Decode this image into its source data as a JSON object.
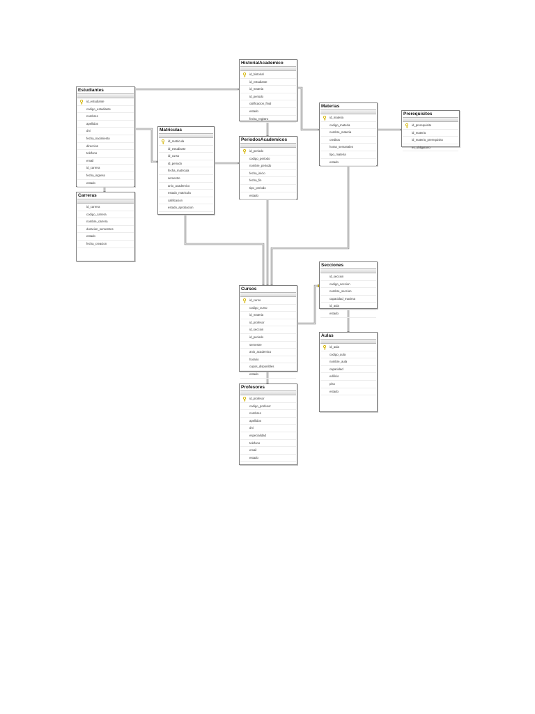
{
  "tables": [
    {
      "id": "estudiantes",
      "name": "Estudiantes",
      "pk": true,
      "columns": [
        "id_estudiante",
        "codigo_estudiante",
        "nombres",
        "apellidos",
        "dni",
        "fecha_nacimiento",
        "direccion",
        "telefono",
        "email",
        "id_carrera",
        "fecha_ingreso",
        "estado"
      ]
    },
    {
      "id": "carreras",
      "name": "Carreras",
      "pk": false,
      "columns": [
        "id_carrera",
        "codigo_carrera",
        "nombre_carrera",
        "duracion_semestres",
        "estado",
        "fecha_creacion"
      ]
    },
    {
      "id": "matriculas",
      "name": "Matriculas",
      "pk": true,
      "columns": [
        "id_matricula",
        "id_estudiante",
        "id_curso",
        "id_periodo",
        "fecha_matricula",
        "semestre",
        "anio_academico",
        "estado_matricula",
        "calificacion",
        "estado_aprobacion"
      ]
    },
    {
      "id": "historial",
      "name": "HistorialAcademico",
      "pk": true,
      "columns": [
        "id_historial",
        "id_estudiante",
        "id_materia",
        "id_periodo",
        "calificacion_final",
        "estado",
        "fecha_registro"
      ]
    },
    {
      "id": "periodos",
      "name": "PeriodosAcademicos",
      "pk": true,
      "columns": [
        "id_periodo",
        "codigo_periodo",
        "nombre_periodo",
        "fecha_inicio",
        "fecha_fin",
        "tipo_periodo",
        "estado"
      ]
    },
    {
      "id": "materias",
      "name": "Materias",
      "pk": true,
      "columns": [
        "id_materia",
        "codigo_materia",
        "nombre_materia",
        "creditos",
        "horas_semanales",
        "tipo_materia",
        "estado"
      ]
    },
    {
      "id": "prerequisitos",
      "name": "Prerequisitos",
      "pk": true,
      "columns": [
        "id_prerequisito",
        "id_materia",
        "id_materia_prerequisito",
        "es_obligatorio"
      ]
    },
    {
      "id": "secciones",
      "name": "Secciones",
      "pk": false,
      "columns": [
        "id_seccion",
        "codigo_seccion",
        "nombre_seccion",
        "capacidad_maxima",
        "id_aula",
        "estado"
      ]
    },
    {
      "id": "cursos",
      "name": "Cursos",
      "pk": true,
      "columns": [
        "id_curso",
        "codigo_curso",
        "id_materia",
        "id_profesor",
        "id_seccion",
        "id_periodo",
        "semestre",
        "anio_academico",
        "horario",
        "cupos_disponibles",
        "estado"
      ]
    },
    {
      "id": "aulas",
      "name": "Aulas",
      "pk": true,
      "columns": [
        "id_aula",
        "codigo_aula",
        "nombre_aula",
        "capacidad",
        "edificio",
        "piso",
        "estado"
      ]
    },
    {
      "id": "profesores",
      "name": "Profesores",
      "pk": true,
      "columns": [
        "id_profesor",
        "codigo_profesor",
        "nombres",
        "apellidos",
        "dni",
        "especialidad",
        "telefono",
        "email",
        "estado"
      ]
    }
  ],
  "colors": {
    "border": "#7d7d7d",
    "line": "#8a8a8a",
    "key": "#d4b400"
  }
}
